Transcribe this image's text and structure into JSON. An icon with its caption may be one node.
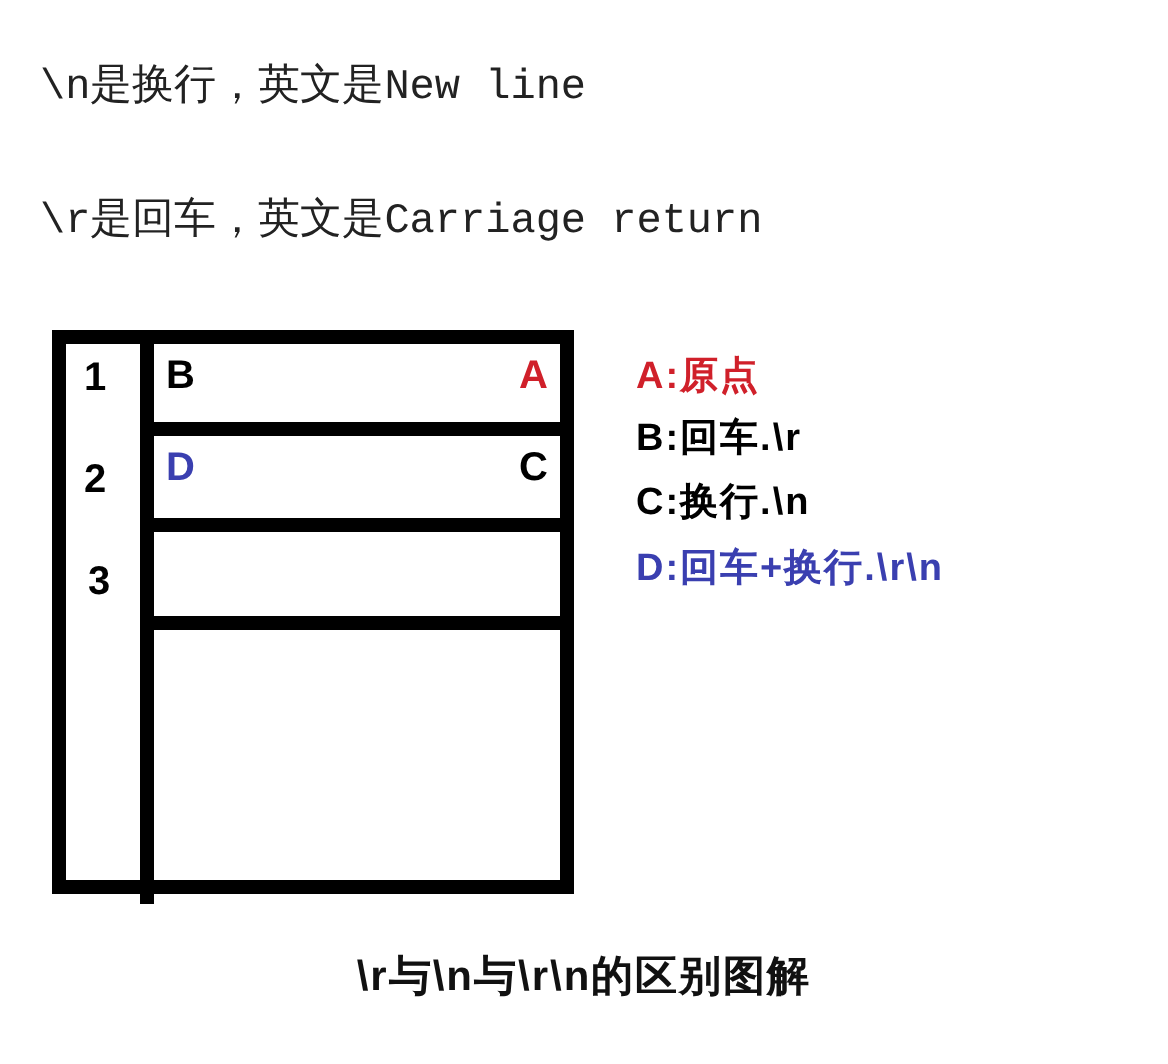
{
  "diagram": {
    "caption": "\\r与\\n与\\r\\n的区别图解",
    "nodes": [
      {
        "text": [
          "B",
          "A"
        ]
      },
      {
        "text": [
          "D",
          "C"
        ]
      }
    ],
    "edges": [],
    "labels": [
      "\\n是换行，英文是New line",
      "\\r是回车，英文是Carriage return",
      "1",
      "2",
      "3",
      "A:原点",
      "B:回车.\\r",
      "C:换行.\\n",
      "D:回车+换行.\\r\\n"
    ]
  }
}
